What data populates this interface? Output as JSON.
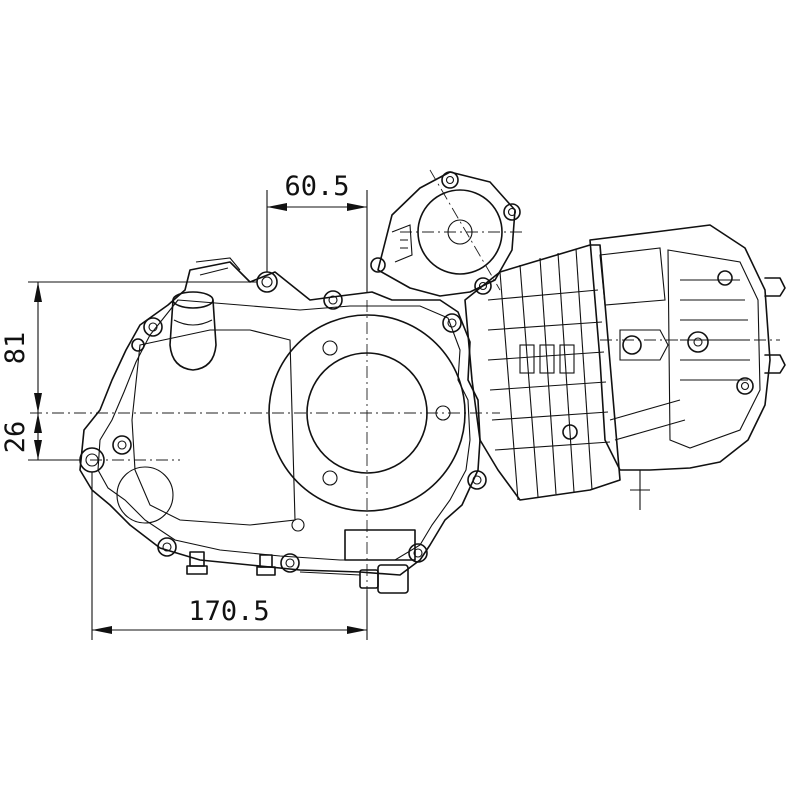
{
  "dimensions": {
    "top": "60.5",
    "bottom": "170.5",
    "left_upper": "81",
    "left_lower": "26"
  },
  "colors": {
    "ink": "#111111",
    "background": "#ffffff"
  }
}
